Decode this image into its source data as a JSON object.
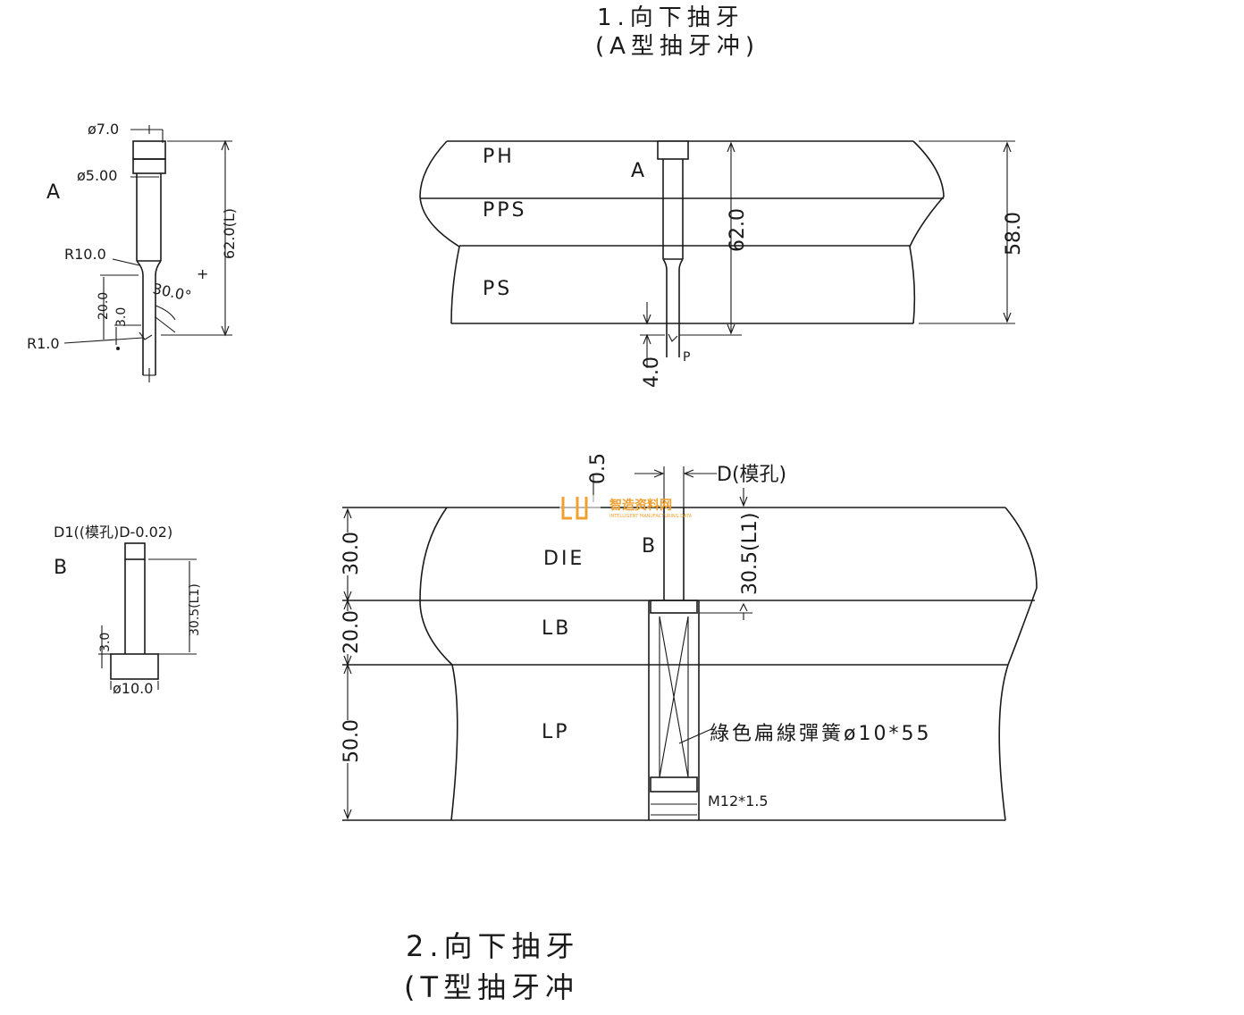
{
  "title1": {
    "line1": "1.向下抽牙",
    "line2": "(A型抽牙冲)"
  },
  "title2": {
    "line1": "2.向下抽牙",
    "line2": "(T型抽牙冲"
  },
  "part_a": {
    "label": "A",
    "d_top": "ø7.0",
    "d_body": "ø5.00",
    "r_main": "R10.0",
    "r_tip": "R1.0",
    "len_total": "62.0(L)",
    "len_20": "20.0",
    "len_3": "3.0",
    "angle": "30.0°"
  },
  "assembly_a": {
    "plate1": "PH",
    "plate2": "PPS",
    "plate3": "PS",
    "punch_label": "A",
    "dim_62": "62.0",
    "dim_58": "58.0",
    "dim_4": "4.0",
    "p_label": "P"
  },
  "part_b": {
    "label": "B",
    "d1_note": "D1((模孔)D-0.02)",
    "len_l1": "30.5(L1)",
    "len_3": "3.0",
    "d_head": "ø10.0"
  },
  "assembly_b": {
    "plate1": "DIE",
    "plate2": "LB",
    "plate3": "LP",
    "punch_label": "B",
    "dim_05": "0.5",
    "hole_note": "D(模孔)",
    "dim_305": "30.5(L1)",
    "dim_30": "30.0",
    "dim_20": "20.0",
    "dim_50": "50.0",
    "spring_note": "綠色扁線彈簧ø10*55",
    "screw_note": "M12*1.5"
  },
  "watermark": {
    "text": "智造资料网",
    "sub": "INTELLIGENT MANUFACTURING DATA"
  }
}
